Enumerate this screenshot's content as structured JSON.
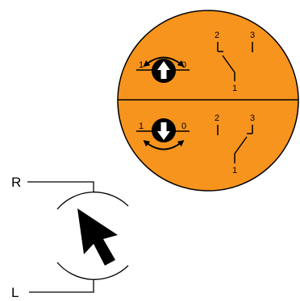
{
  "disc": {
    "fill_color": "#f7941d",
    "outline_color": "#000000",
    "top_half": {
      "selector": {
        "left_label": "1",
        "right_label": "0",
        "direction": "up"
      },
      "switch": {
        "label_top_left": "2",
        "label_top_right": "3",
        "label_bottom": "1"
      }
    },
    "bottom_half": {
      "selector": {
        "left_label": "1",
        "right_label": "0",
        "direction": "down"
      },
      "switch": {
        "label_top_left": "2",
        "label_top_right": "3",
        "label_bottom": "1"
      }
    }
  },
  "motor": {
    "top_terminal": "R",
    "bottom_terminal": "L",
    "icon": "cursor-arrow-icon"
  }
}
